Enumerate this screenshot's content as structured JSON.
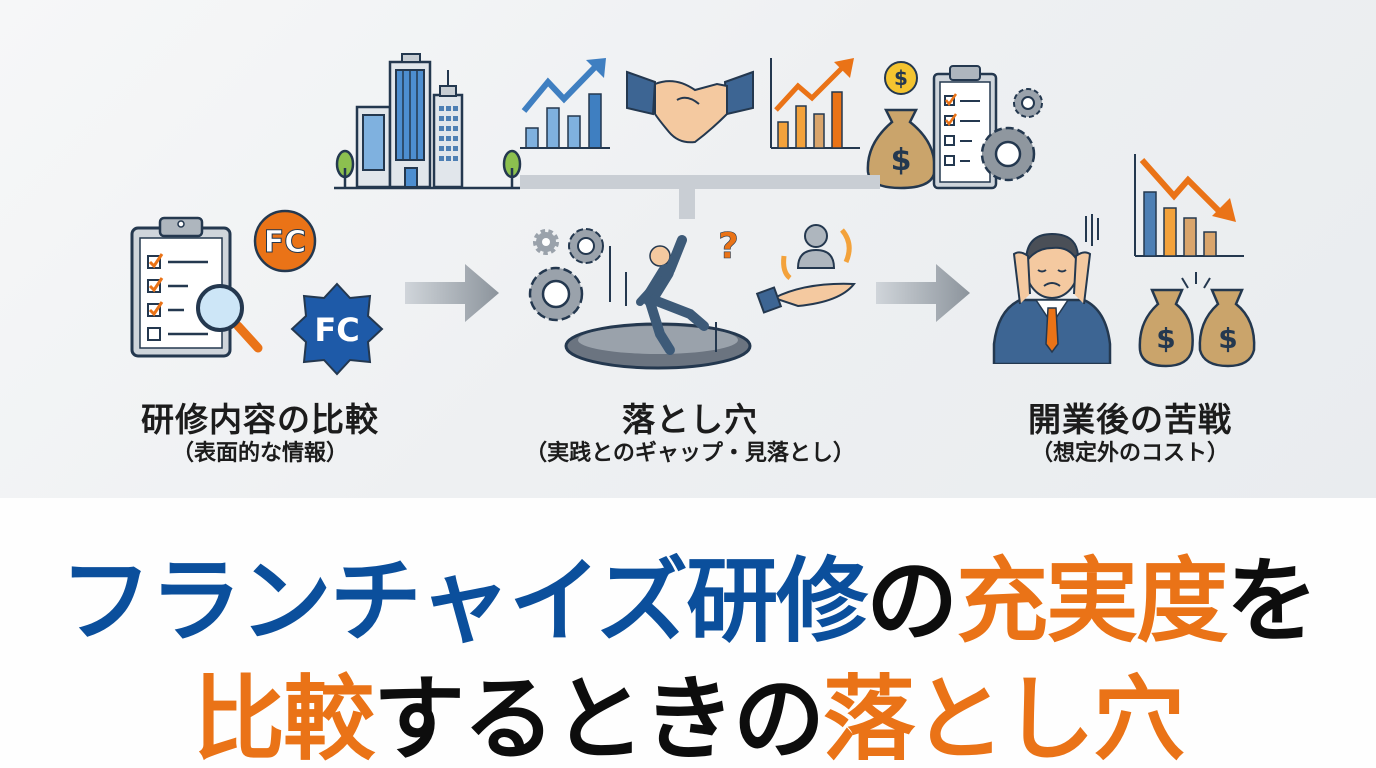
{
  "colors": {
    "brand_blue": "#0b4f9c",
    "accent_orange": "#ea7317",
    "text_black": "#0d0d0d",
    "connector_gray": "#c9ced4",
    "arrow_gray": "#9aa2ab"
  },
  "top_illustration": {
    "icons": [
      "office-buildings-icon",
      "rising-bar-chart-blue-icon",
      "handshake-icon",
      "rising-bar-chart-orange-icon",
      "money-bag-coin-icon",
      "checklist-gears-icon"
    ]
  },
  "stages": [
    {
      "title": "研修内容の比較",
      "subtitle": "（表面的な情報）",
      "icons": [
        "clipboard-checklist-magnifier-icon",
        "fc-orange-badge-icon",
        "fc-blue-badge-icon"
      ],
      "badge_text_1": "FC",
      "badge_text_2": "FC"
    },
    {
      "title": "落とし穴",
      "subtitle": "（実践とのギャップ・見落とし）",
      "icons": [
        "gears-icon",
        "falling-person-icon",
        "question-mark-icon",
        "hand-person-cycle-icon",
        "pit-hole-icon"
      ],
      "question_mark": "?"
    },
    {
      "title": "開業後の苦戦",
      "subtitle": "（想定外のコスト）",
      "icons": [
        "stressed-businessman-icon",
        "falling-bar-chart-icon",
        "torn-money-bags-icon"
      ]
    }
  ],
  "headline": {
    "line1": [
      {
        "text": "フランチャイズ研修",
        "color": "blue"
      },
      {
        "text": "の",
        "color": "black"
      },
      {
        "text": "充実度",
        "color": "orange"
      },
      {
        "text": "を",
        "color": "black"
      }
    ],
    "line2": [
      {
        "text": "比較",
        "color": "orange"
      },
      {
        "text": "するときの",
        "color": "black"
      },
      {
        "text": "落とし穴",
        "color": "orange"
      }
    ]
  }
}
